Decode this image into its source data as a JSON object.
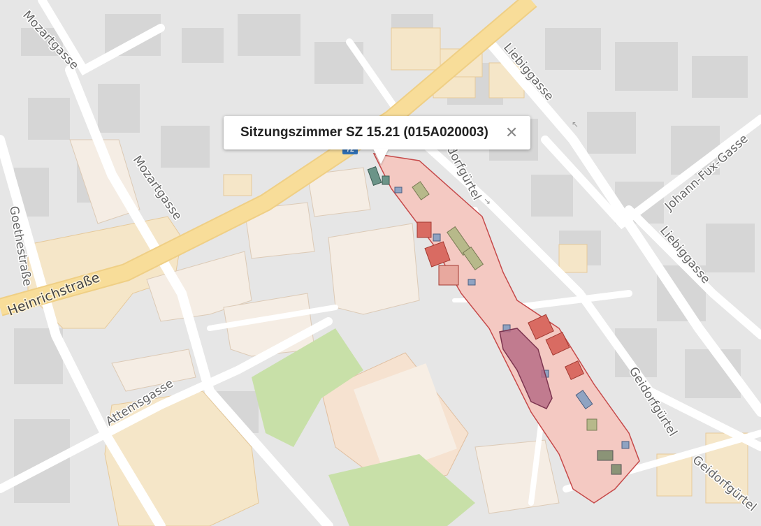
{
  "popup": {
    "title": "Sitzungszimmer SZ 15.21 (015A020003)",
    "close_icon": "close-icon"
  },
  "transit_badge": "72",
  "streets": [
    "Mozartgasse",
    "Mozartgasse",
    "Goethestraße",
    "Heinrichstraße",
    "Attemsgasse",
    "Liebiggasse",
    "Liebiggasse",
    "Johann-Fux-Gasse",
    "Geidorfgürtel",
    "Geidorfgürtel",
    "Geidorfgürtel"
  ],
  "colors": {
    "background": "#e6e6e6",
    "road": "#ffffff",
    "main_road": "#f6d98e",
    "building": "#d7d7d7",
    "highlight_zone": "#f3c7c0",
    "highlight_stroke": "#c64a4a",
    "park": "#c8e0a8",
    "tan_building": "#f5e6c8"
  }
}
